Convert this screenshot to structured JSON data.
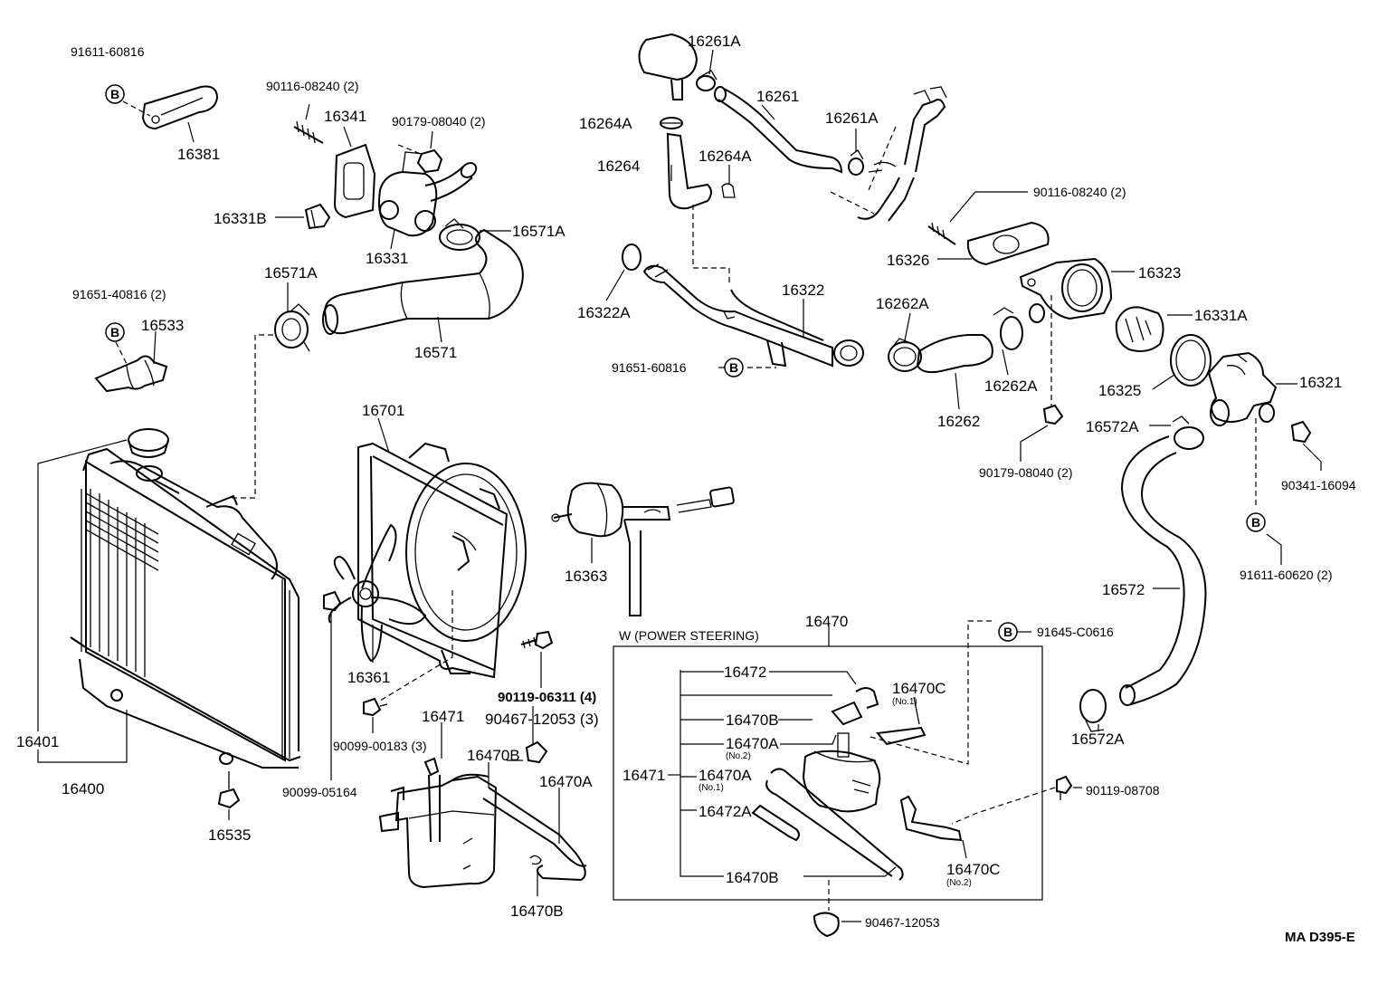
{
  "diagram_code": "MA D395-E",
  "power_steering_box": "W (POWER STEERING)",
  "bolt_marker": "B",
  "labels": {
    "p91611_60816": "91611-60816",
    "p16381": "16381",
    "p90116_08240_a": "90116-08240 (2)",
    "p16341": "16341",
    "p90179_08040_a": "90179-08040 (2)",
    "p16331B": "16331B",
    "p16331": "16331",
    "p16571A_a": "16571A",
    "p16571A_b": "16571A",
    "p16571": "16571",
    "p91651_40816": "91651-40816 (2)",
    "p16533": "16533",
    "p16261A_a": "16261A",
    "p16261": "16261",
    "p16261A_b": "16261A",
    "p16264A_a": "16264A",
    "p16264": "16264",
    "p16264A_b": "16264A",
    "p16322A": "16322A",
    "p16322": "16322",
    "p91651_60816": "91651-60816",
    "p90116_08240_b": "90116-08240 (2)",
    "p16326": "16326",
    "p16323": "16323",
    "p16262A_a": "16262A",
    "p16262A_b": "16262A",
    "p16262": "16262",
    "p16331A": "16331A",
    "p16325": "16325",
    "p16321": "16321",
    "p16572A_a": "16572A",
    "p90179_08040_b": "90179-08040 (2)",
    "p90341_16094": "90341-16094",
    "p91611_60620": "91611-60620 (2)",
    "p16572": "16572",
    "p16572A_b": "16572A",
    "p16701": "16701",
    "p16363": "16363",
    "p16361": "16361",
    "p90119_06311": "90119-06311 (4)",
    "p90099_00183": "90099-00183 (3)",
    "p90467_12053_a": "90467-12053 (3)",
    "p16471_a": "16471",
    "p16470B_a": "16470B",
    "p16470A_a": "16470A",
    "p16470B_b": "16470B",
    "p16401": "16401",
    "p16400": "16400",
    "p16535": "16535",
    "p90099_05164": "90099-05164",
    "p16470": "16470",
    "p91645_C0616": "91645-C0616",
    "p16472": "16472",
    "p16470C_a": "16470C",
    "p16470C_a_sub": "(No.1)",
    "p16470B_c": "16470B",
    "p16470A_b": "16470A",
    "p16470A_b_sub": "(No.2)",
    "p16471_b": "16471",
    "p16470A_c": "16470A",
    "p16470A_c_sub": "(No.1)",
    "p16472A": "16472A",
    "p16470B_d": "16470B",
    "p90119_08708": "90119-08708",
    "p16470C_b": "16470C",
    "p16470C_b_sub": "(No.2)",
    "p90467_12053_b": "90467-12053"
  }
}
